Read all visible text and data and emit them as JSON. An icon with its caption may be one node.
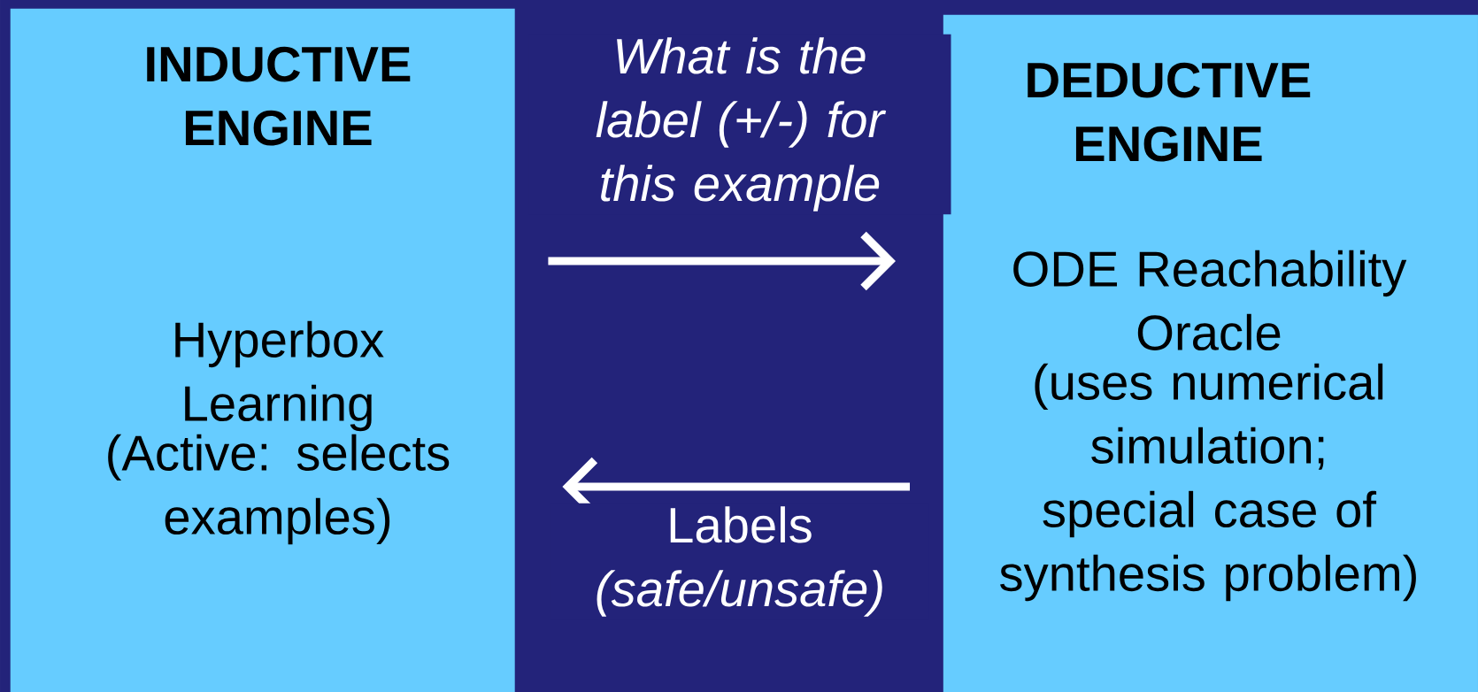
{
  "diagram": {
    "nodes": [
      {
        "text": [
          "INDUCTIVE ENGINE",
          "Hyperbox Learning",
          "(Active: selects examples)"
        ]
      },
      {
        "text": [
          "DEDUCTIVE ENGINE",
          "ODE Reachability Oracle",
          "(uses numerical simulation;  special case of synthesis problem)"
        ]
      }
    ],
    "edges": [
      {
        "from": 0,
        "to": 1,
        "arrow": "to",
        "label": "What is the label (+/-) for this example"
      },
      {
        "from": 1,
        "to": 0,
        "arrow": "to",
        "label": "Labels *(safe/unsafe)*"
      }
    ]
  }
}
